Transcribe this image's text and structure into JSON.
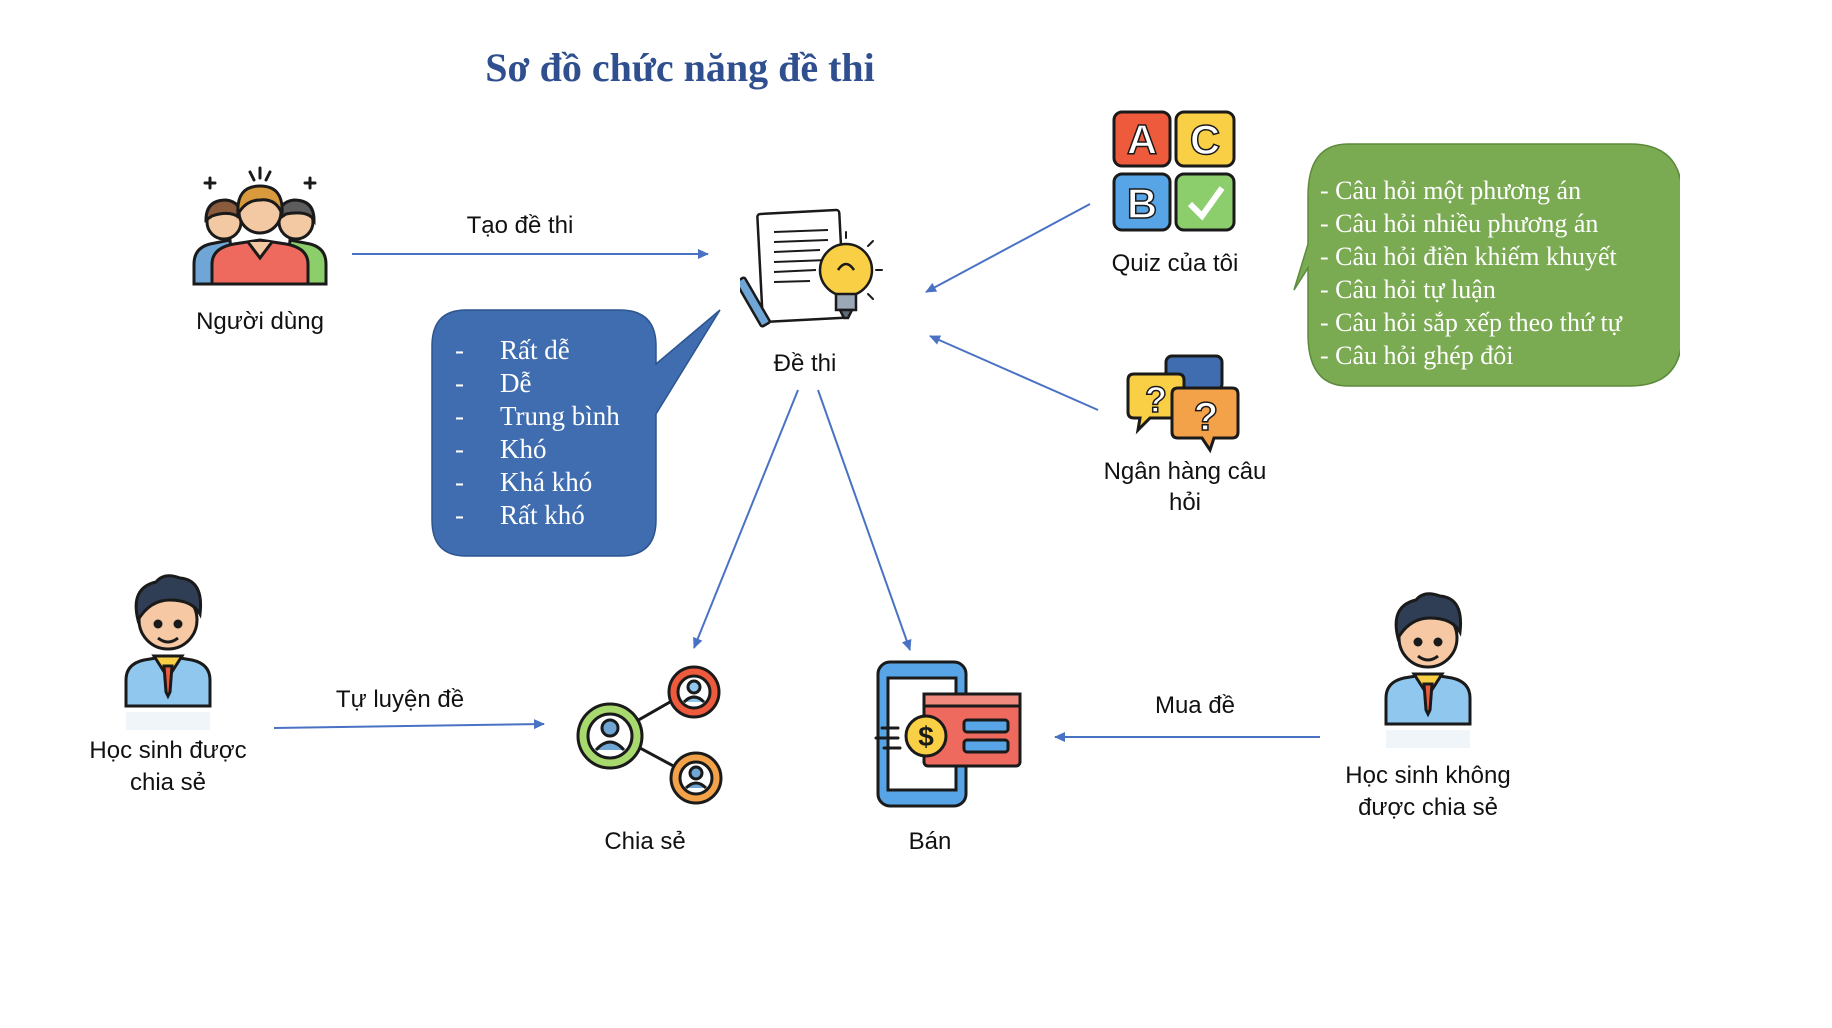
{
  "title": "Sơ đồ chức năng đề thi",
  "nodes": {
    "nguoi_dung": "Người dùng",
    "de_thi": "Đề thi",
    "quiz": "Quiz của tôi",
    "ngan_hang": [
      "Ngân hàng câu",
      "hỏi"
    ],
    "hs_chia_se": [
      "Học sinh được",
      "chia sẻ"
    ],
    "chia_se": "Chia sẻ",
    "ban": "Bán",
    "hs_khong": [
      "Học sinh không",
      "được chia sẻ"
    ]
  },
  "edges": {
    "tao_de_thi": "Tạo đề thi",
    "tu_luyen_de": "Tự luyện đề",
    "mua_de": "Mua đề"
  },
  "difficulty": {
    "dash": "-",
    "items": [
      "Rất dễ",
      "Dễ",
      "Trung bình",
      "Khó",
      "Khá khó",
      "Rất khó"
    ]
  },
  "question_types": [
    "- Câu hỏi một phương án",
    "- Câu hỏi nhiều phương án",
    "- Câu hỏi điền khiếm khuyết",
    "- Câu hỏi tự luận",
    "- Câu hỏi sắp xếp theo thứ tự",
    "- Câu hỏi ghép đôi"
  ],
  "quiz_letters": [
    "A",
    "C",
    "B"
  ],
  "colors": {
    "title": "#2f4f8f",
    "arrow": "#4a72c4",
    "blue_bubble": "#3f6db0",
    "green_bubble": "#7aaa52",
    "quiz_a": "#ee5a3c",
    "quiz_c": "#f8cf45",
    "quiz_b": "#57a5e6",
    "quiz_check": "#8dce6c"
  }
}
